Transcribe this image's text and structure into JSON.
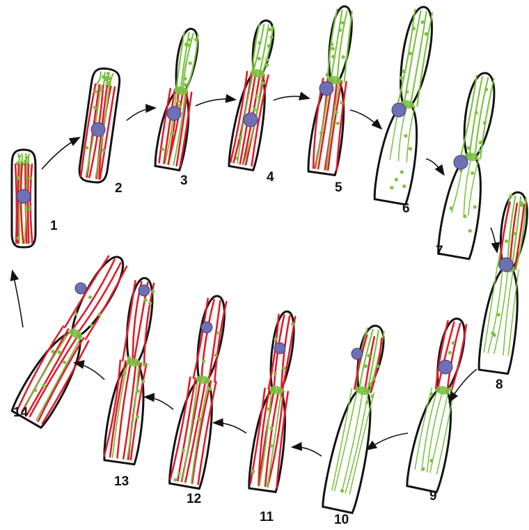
{
  "colors": {
    "background": "#ffffff",
    "cell_outline": "#111111",
    "red_filament": "#e01c2a",
    "green_filament": "#7cc242",
    "nucleus": "#6f6fb4",
    "arrow": "#111111"
  },
  "stages": [
    {
      "label": "1"
    },
    {
      "label": "2"
    },
    {
      "label": "3"
    },
    {
      "label": "4"
    },
    {
      "label": "5"
    },
    {
      "label": "6"
    },
    {
      "label": "7"
    },
    {
      "label": "8"
    },
    {
      "label": "9"
    },
    {
      "label": "10"
    },
    {
      "label": "11"
    },
    {
      "label": "12"
    },
    {
      "label": "13"
    },
    {
      "label": "14"
    }
  ]
}
